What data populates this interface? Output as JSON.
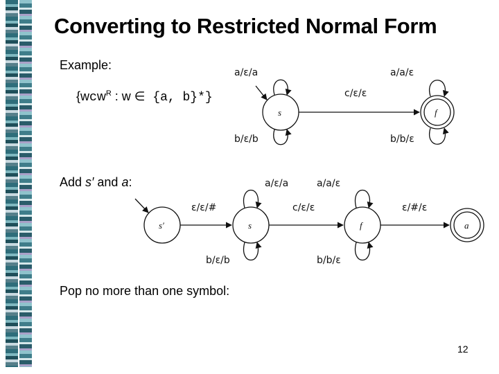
{
  "title": "Converting to Restricted Normal Form",
  "example_label": "Example:",
  "language": {
    "prefix": "{w",
    "c": "c",
    "w": "w",
    "r_sup": "R",
    "mid": " : w ",
    "elem": "∈",
    "set": " {a, b}*}"
  },
  "add_label": {
    "pre": "Add ",
    "s_prime": "s′",
    "mid": " and ",
    "a": "a",
    "post": ":"
  },
  "pop_label": "Pop no more than one symbol:",
  "page_number": "12",
  "diagram1": {
    "states": {
      "s": "s",
      "f": "f"
    },
    "labels": {
      "s_top": "a/ε/a",
      "s_bottom": "b/ε/b",
      "f_top": "a/a/ε",
      "f_bottom": "b/b/ε",
      "s_to_f": "c/ε/ε"
    }
  },
  "diagram2": {
    "states": {
      "s_prime": "s′",
      "s": "s",
      "f": "f",
      "a": "a"
    },
    "labels": {
      "s_top": "a/ε/a",
      "f_top": "a/a/ε",
      "s_bottom": "b/ε/b",
      "f_bottom": "b/b/ε",
      "sp_to_s": "ε/ε/#",
      "s_to_f": "c/ε/ε",
      "f_to_a": "ε/#/ε"
    }
  }
}
